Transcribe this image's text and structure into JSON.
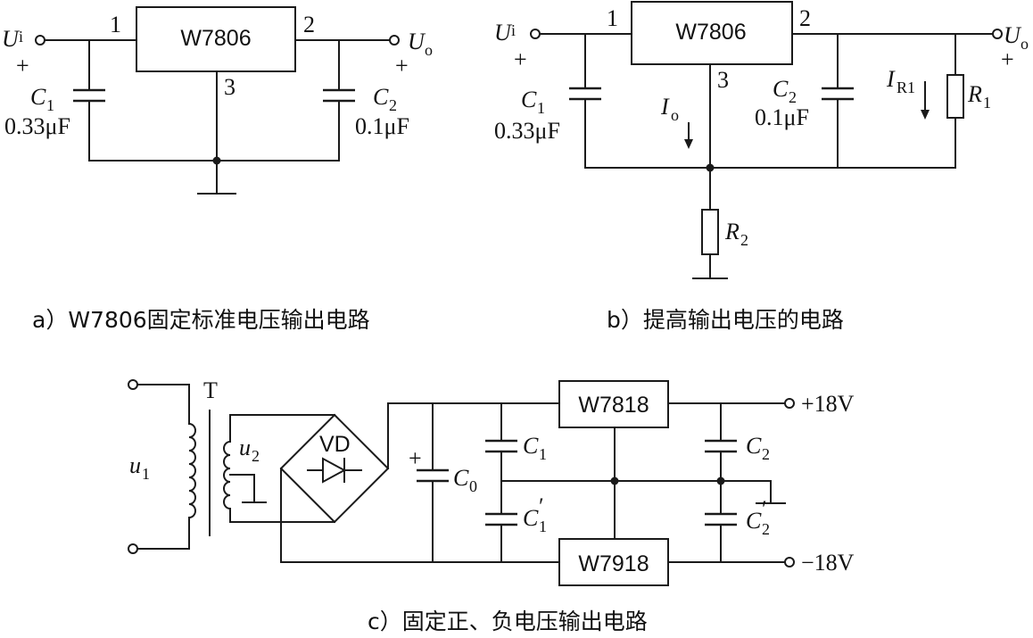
{
  "panel_a": {
    "regulator": "W7806",
    "pin1": "1",
    "pin2": "2",
    "pin3": "3",
    "ui_main": "U",
    "ui_sub": "i",
    "plus": "+",
    "uo_main": "U",
    "uo_sub": "o",
    "c1_main": "C",
    "c1_sub": "1",
    "c1_value": "0.33μF",
    "c2_main": "C",
    "c2_sub": "2",
    "c2_value": "0.1μF",
    "caption": "a）W7806固定标准电压输出电路"
  },
  "panel_b": {
    "regulator": "W7806",
    "pin1": "1",
    "pin2": "2",
    "pin3": "3",
    "ui_main": "U",
    "ui_sub": "i",
    "plus": "+",
    "uo_main": "U",
    "uo_sub": "o",
    "c1_main": "C",
    "c1_sub": "1",
    "c1_value": "0.33μF",
    "c2_main": "C",
    "c2_sub": "2",
    "c2_value": "0.1μF",
    "io_main": "I",
    "io_sub": "o",
    "ir1_main": "I",
    "ir1_sub": "R1",
    "r1_main": "R",
    "r1_sub": "1",
    "r2_main": "R",
    "r2_sub": "2",
    "caption": "b）提高输出电压的电路"
  },
  "panel_c": {
    "transformer": "T",
    "u1_main": "u",
    "u1_sub": "1",
    "u2_main": "u",
    "u2_sub": "2",
    "bridge": "VD",
    "c0_main": "C",
    "c0_sub": "0",
    "c0_plus": "+",
    "c1_main": "C",
    "c1_sub": "1",
    "c1p_main": "C",
    "c1p_sub": "1",
    "c1p_prime": "′",
    "c2_main": "C",
    "c2_sub": "2",
    "c2p_main": "C",
    "c2p_sub": "2",
    "c2p_prime": "′",
    "reg_pos": "W7818",
    "reg_neg": "W7918",
    "out_pos": "+18V",
    "out_neg": "−18V",
    "caption": "c）固定正、负电压输出电路"
  }
}
